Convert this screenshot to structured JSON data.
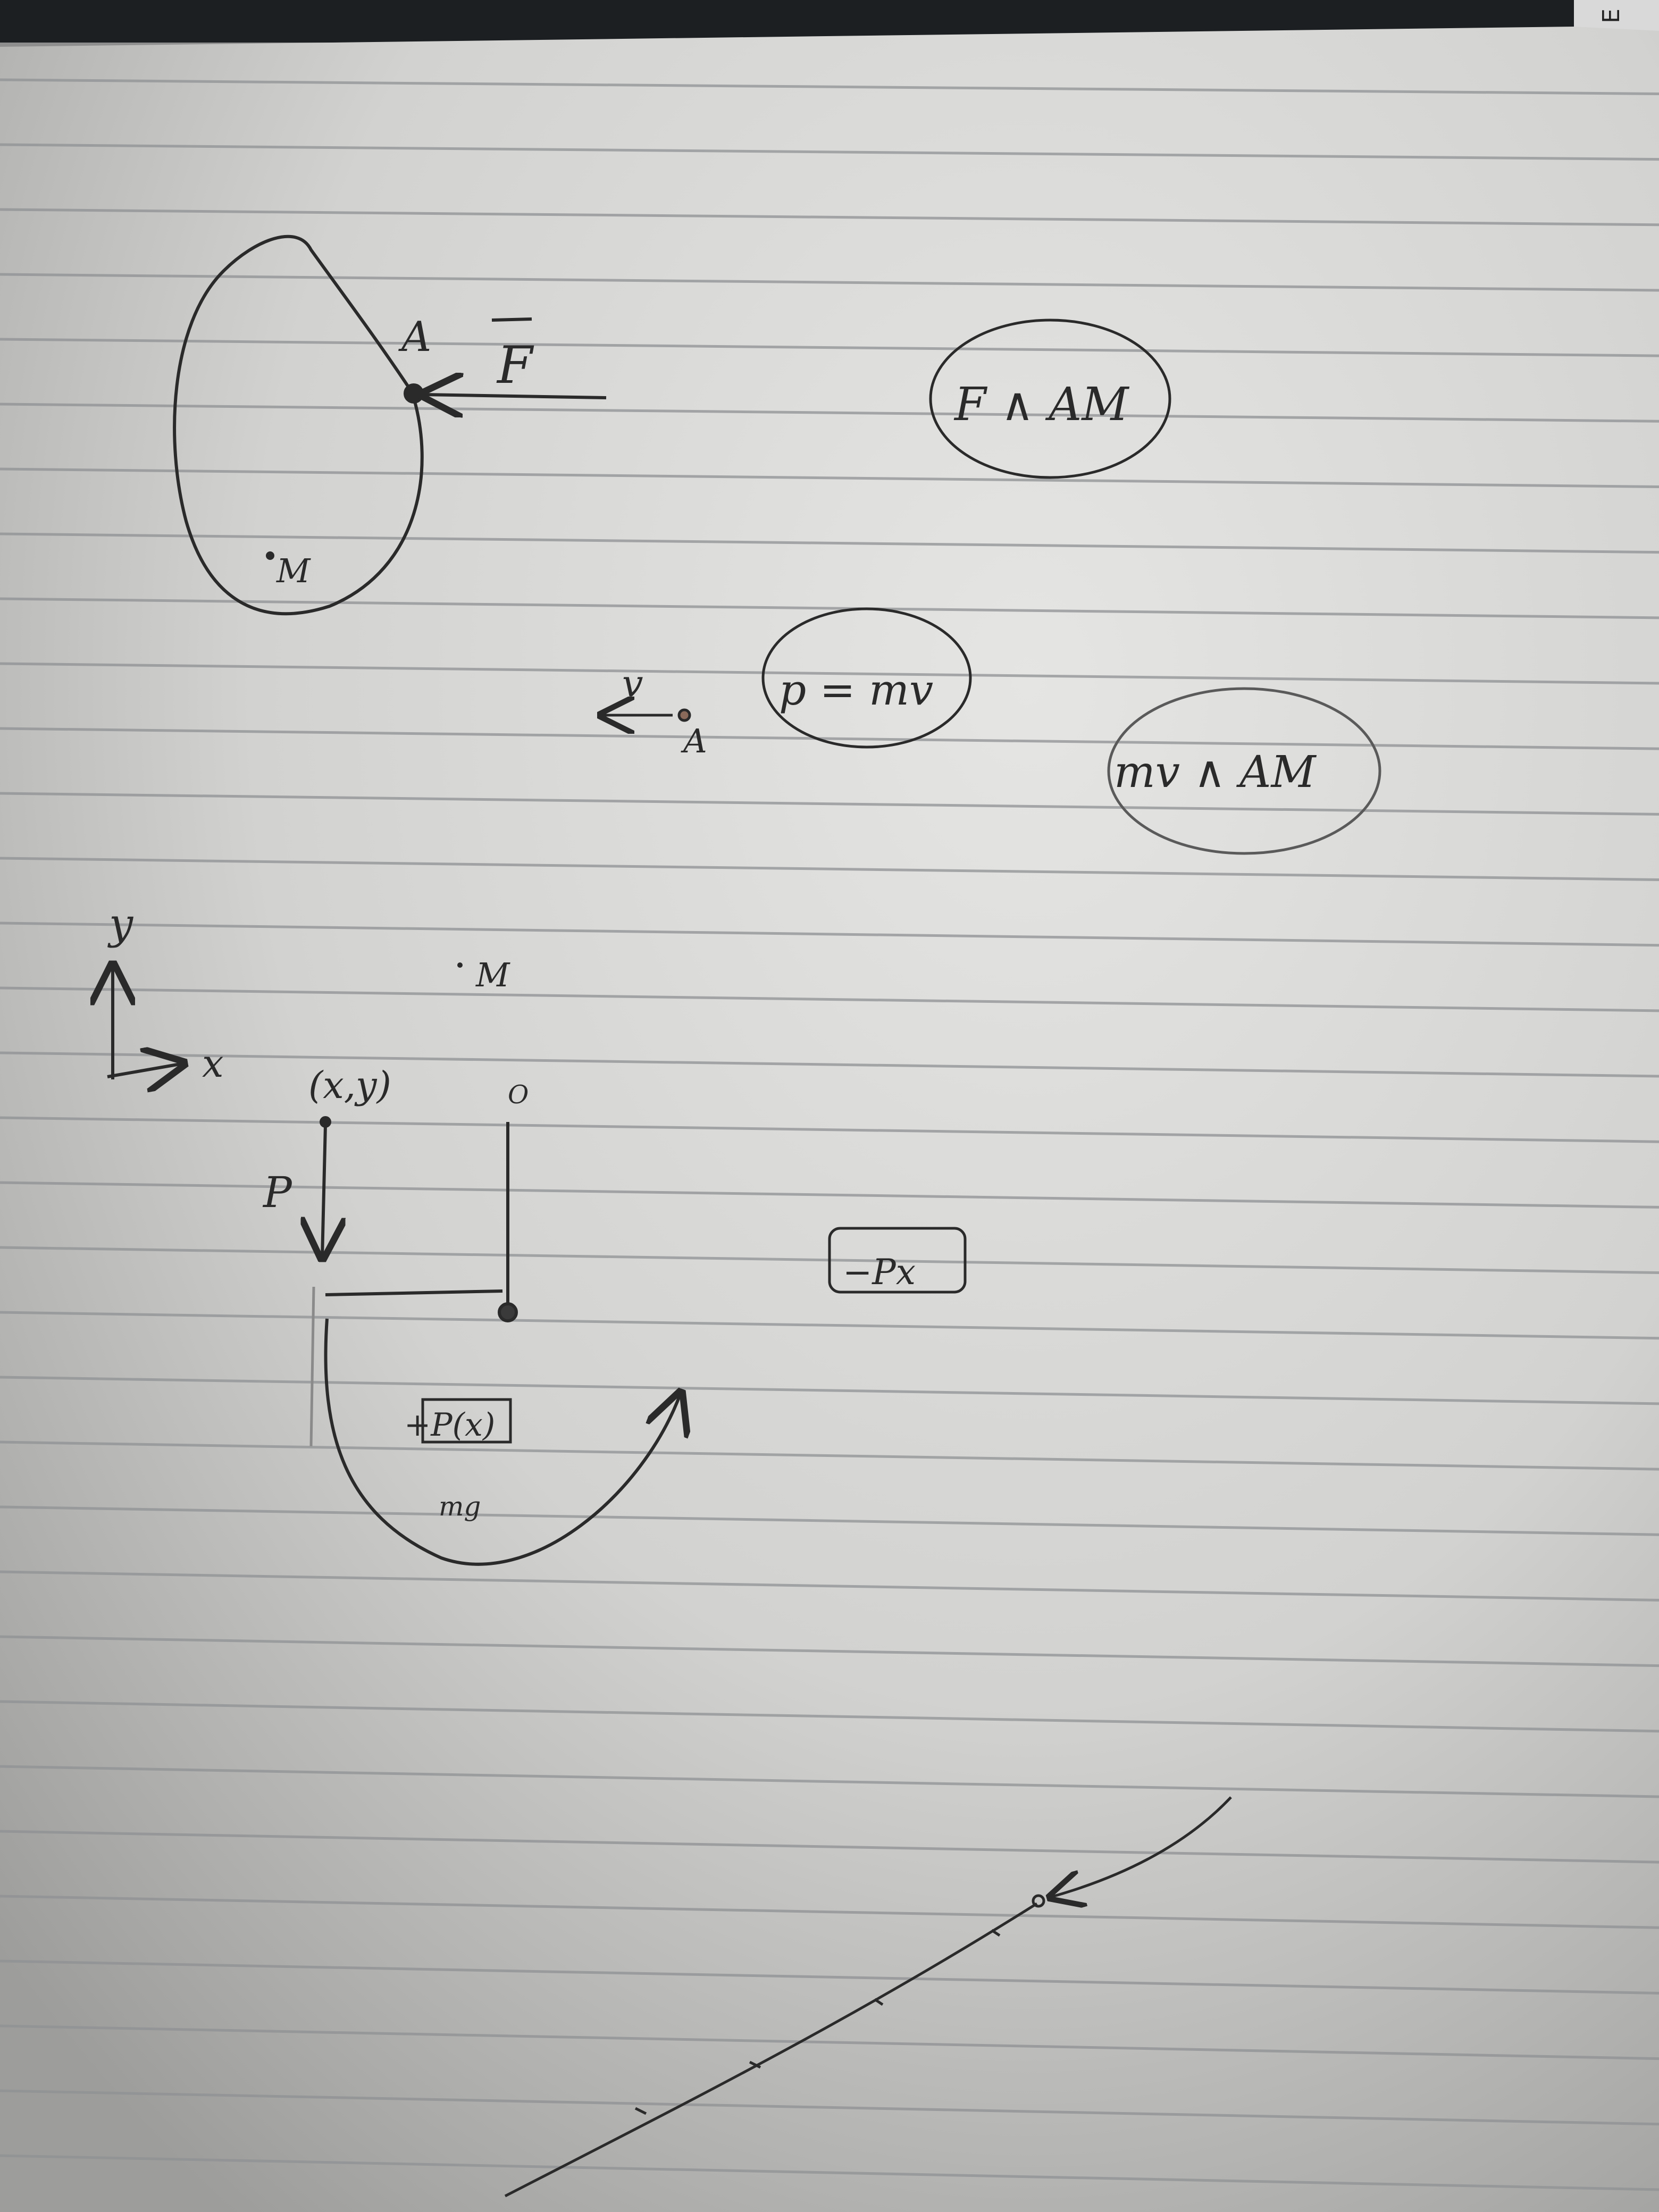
{
  "notes": {
    "point_a": "A",
    "force_label": "F",
    "point_m": "M",
    "formula_torque_force": "F ∧ AM",
    "velocity_label": "v",
    "point_a_2": "A",
    "formula_momentum": "p = mv",
    "formula_angular_momentum": "mv ∧ AM",
    "axis_y": "y",
    "axis_x": "x",
    "point_m_2": "M",
    "coords": "(x,y)",
    "weight_label": "P",
    "pivot_label": "O",
    "term_positive": "+P(x)",
    "term_mg": "mg",
    "term_negative": "−Px"
  },
  "camera_corner_mark": "E",
  "colors": {
    "paper": "#dcdcda",
    "ruled_line": "#8f9194",
    "ink": "#2a2a2a",
    "top_strip": "#1c1f22"
  }
}
